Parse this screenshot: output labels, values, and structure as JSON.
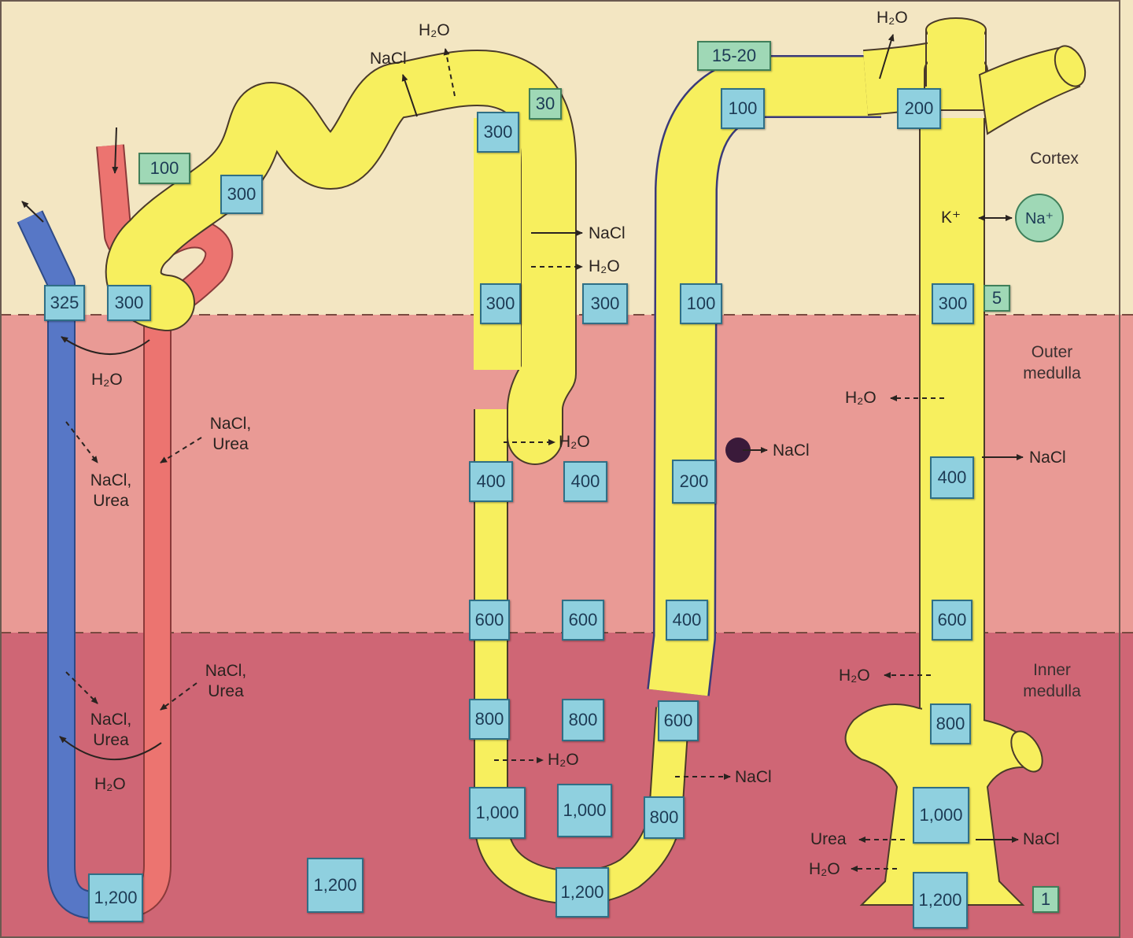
{
  "zones": {
    "cortex": "Cortex",
    "outer_medulla": "Outer\nmedulla",
    "inner_medulla": "Inner\nmedulla"
  },
  "colors": {
    "cortex_bg": "#f3e6c2",
    "outer_medulla_bg": "#e99a95",
    "inner_medulla_bg": "#cf6675",
    "tubule": "#f7ef5e",
    "vasa_recta_arterial": "#ec7470",
    "vasa_recta_venous": "#5777c6",
    "value_box": "#8fd0df",
    "flow_box": "#9fd8b6"
  },
  "osmolality_boxes": {
    "vr_venous_top": "325",
    "vr_arterial_top": "300",
    "vr_bottom": "1,200",
    "early_pct": "300",
    "pct_1": "300",
    "pct_2": "300",
    "dl_400": "400",
    "dl_600": "600",
    "dl_800": "800",
    "dl_1000": "1,000",
    "loop_tip": "1,200",
    "int_300": "300",
    "int_400": "400",
    "int_600": "600",
    "int_800": "800",
    "int_1000": "1,000",
    "int_1200": "1,200",
    "tal_100": "100",
    "tal_200": "200",
    "tal_400": "400",
    "at_600": "600",
    "at_800": "800",
    "dct_100": "100",
    "cd_200": "200",
    "cd_300": "300",
    "cd_400": "400",
    "cd_600": "600",
    "cd_800": "800",
    "cd_1000": "1,000",
    "cd_1200": "1,200"
  },
  "flow_boxes": {
    "filtered": "100",
    "proximal_end": "30",
    "distal_start": "15-20",
    "cortical_cd": "5",
    "final_urine": "1"
  },
  "transport_labels": {
    "pct_nacl": "NaCl",
    "pct_h2o": "H₂O",
    "cd_top_h2o": "H₂O",
    "pst_nacl": "NaCl",
    "pst_h2o": "H₂O",
    "dl_h2o_1": "H₂O",
    "dl_h2o_2": "H₂O",
    "tal_nacl": "NaCl",
    "atl_nacl": "NaCl",
    "vr_h2o_top": "H₂O",
    "vr_nacl_urea_in_1": "NaCl,\nUrea",
    "vr_nacl_urea_out_1": "NaCl,\nUrea",
    "vr_nacl_urea_in_2": "NaCl,\nUrea",
    "vr_nacl_urea_out_2": "NaCl,\nUrea",
    "vr_h2o_bottom": "H₂O",
    "cd_h2o_outer": "H₂O",
    "cd_nacl_outer": "NaCl",
    "cd_h2o_inner": "H₂O",
    "cd_urea": "Urea",
    "cd_nacl_inner": "NaCl",
    "cd_h2o_bottom": "H₂O",
    "k_ion": "K⁺",
    "na_ion": "Na⁺"
  }
}
